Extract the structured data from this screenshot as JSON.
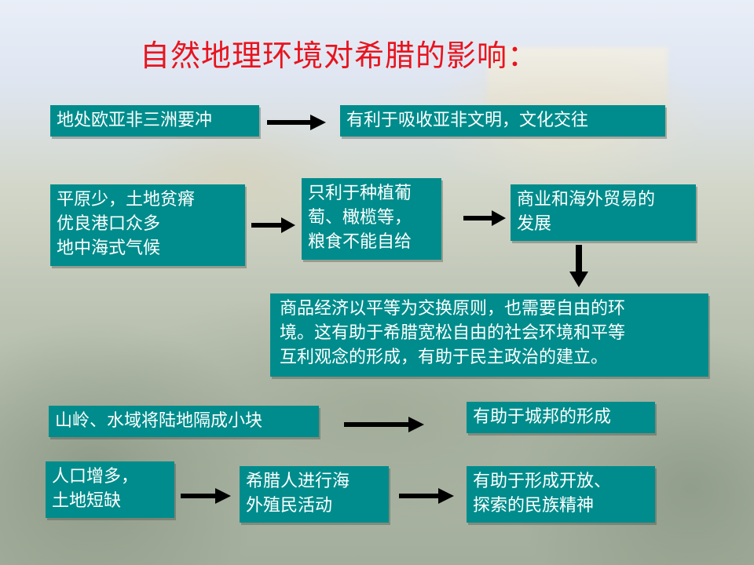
{
  "title": "自然地理环境对希腊的影响：",
  "row1": {
    "left": "地处欧亚非三洲要冲",
    "right": "有利于吸收亚非文明，文化交往"
  },
  "row2": {
    "left": [
      "平原少，土地贫瘠",
      "优良港口众多",
      "地中海式气候"
    ],
    "middle": [
      "只利于种植葡",
      "萄、橄榄等，",
      "粮食不能自给"
    ],
    "right": [
      "商业和海外贸易的",
      "发展"
    ],
    "bottom": [
      "商品经济以平等为交换原则，也需要自由的环",
      "境。这有助于希腊宽松自由的社会环境和平等",
      "互利观念的形成，有助于民主政治的建立。"
    ]
  },
  "row3": {
    "left": "山岭、水域将陆地隔成小块",
    "right": "有助于城邦的形成"
  },
  "row4": {
    "left": [
      "人口增多，",
      "土地短缺"
    ],
    "middle": [
      "希腊人进行海",
      "外殖民活动"
    ],
    "right": [
      "有助于形成开放、",
      "探索的民族精神"
    ]
  },
  "colors": {
    "box": "#008c8c",
    "title": "#e8141e",
    "arrow": "#000000"
  }
}
